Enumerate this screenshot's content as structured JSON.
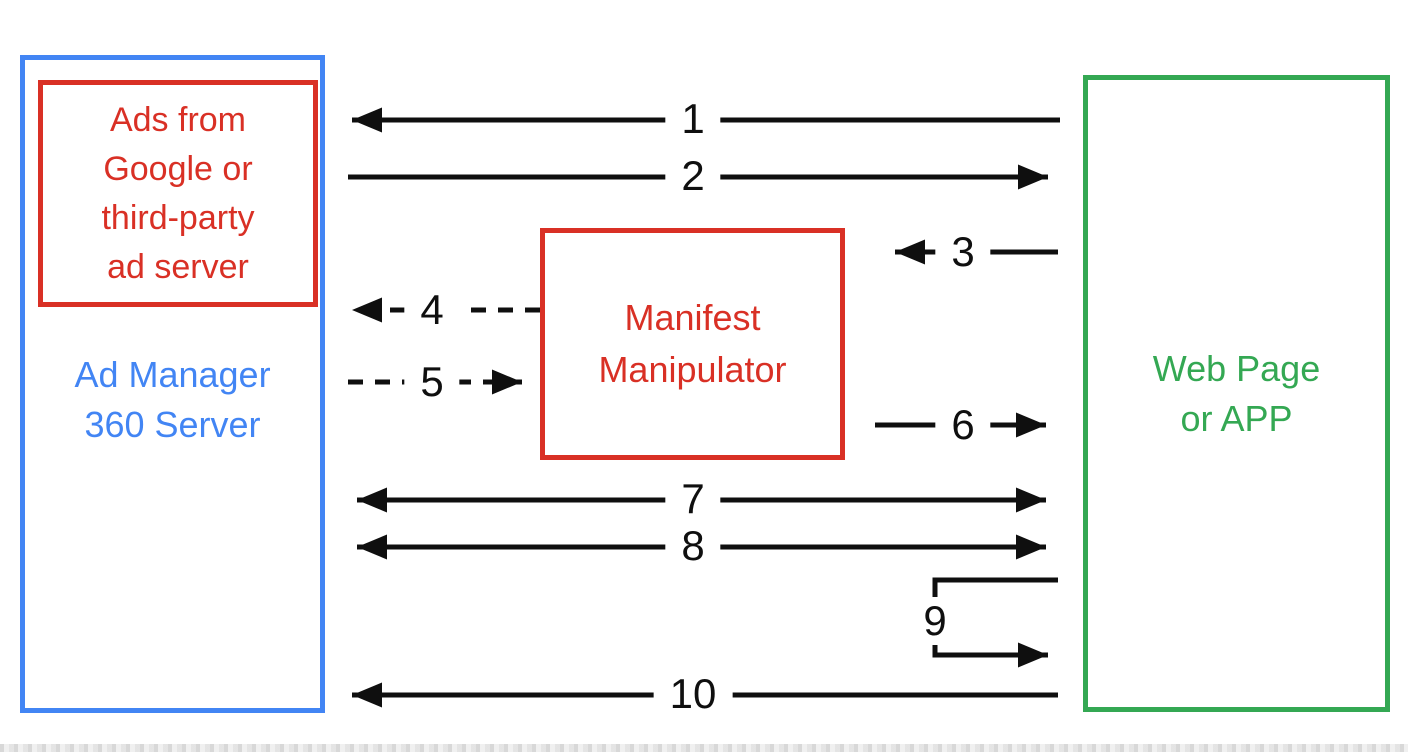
{
  "diagram": {
    "left_box": {
      "label": "Ad Manager 360 Server",
      "lines": [
        "Ad Manager",
        "360 Server"
      ],
      "inner_box": {
        "label": "Ads from Google or third-party ad server",
        "lines": [
          "Ads from",
          "Google or",
          "third-party",
          "ad server"
        ]
      }
    },
    "middle_box": {
      "label": "Manifest Manipulator",
      "lines": [
        "Manifest",
        "Manipulator"
      ]
    },
    "right_box": {
      "label": "Web Page or APP",
      "lines": [
        "Web Page",
        "or APP"
      ]
    },
    "arrows": [
      {
        "label": "1",
        "from": "web-page-or-app",
        "to": "ad-manager-360-server",
        "style": "solid"
      },
      {
        "label": "2",
        "from": "ad-manager-360-server",
        "to": "web-page-or-app",
        "style": "solid"
      },
      {
        "label": "3",
        "from": "web-page-or-app",
        "to": "manifest-manipulator",
        "style": "solid"
      },
      {
        "label": "4",
        "from": "manifest-manipulator",
        "to": "ad-manager-360-server",
        "style": "dashed"
      },
      {
        "label": "5",
        "from": "ad-manager-360-server",
        "to": "manifest-manipulator",
        "style": "dashed"
      },
      {
        "label": "6",
        "from": "manifest-manipulator",
        "to": "web-page-or-app",
        "style": "solid"
      },
      {
        "label": "7",
        "between": [
          "ad-manager-360-server",
          "web-page-or-app"
        ],
        "direction": "bidirectional",
        "style": "solid"
      },
      {
        "label": "8",
        "between": [
          "ad-manager-360-server",
          "web-page-or-app"
        ],
        "direction": "bidirectional",
        "style": "solid"
      },
      {
        "label": "9",
        "on": "web-page-or-app",
        "type": "self-loop",
        "style": "solid"
      },
      {
        "label": "10",
        "from": "web-page-or-app",
        "to": "ad-manager-360-server",
        "style": "solid"
      }
    ],
    "colors": {
      "blue": "#4285F4",
      "red": "#D93025",
      "green": "#34A853",
      "arrow": "#0f0f0f"
    }
  }
}
